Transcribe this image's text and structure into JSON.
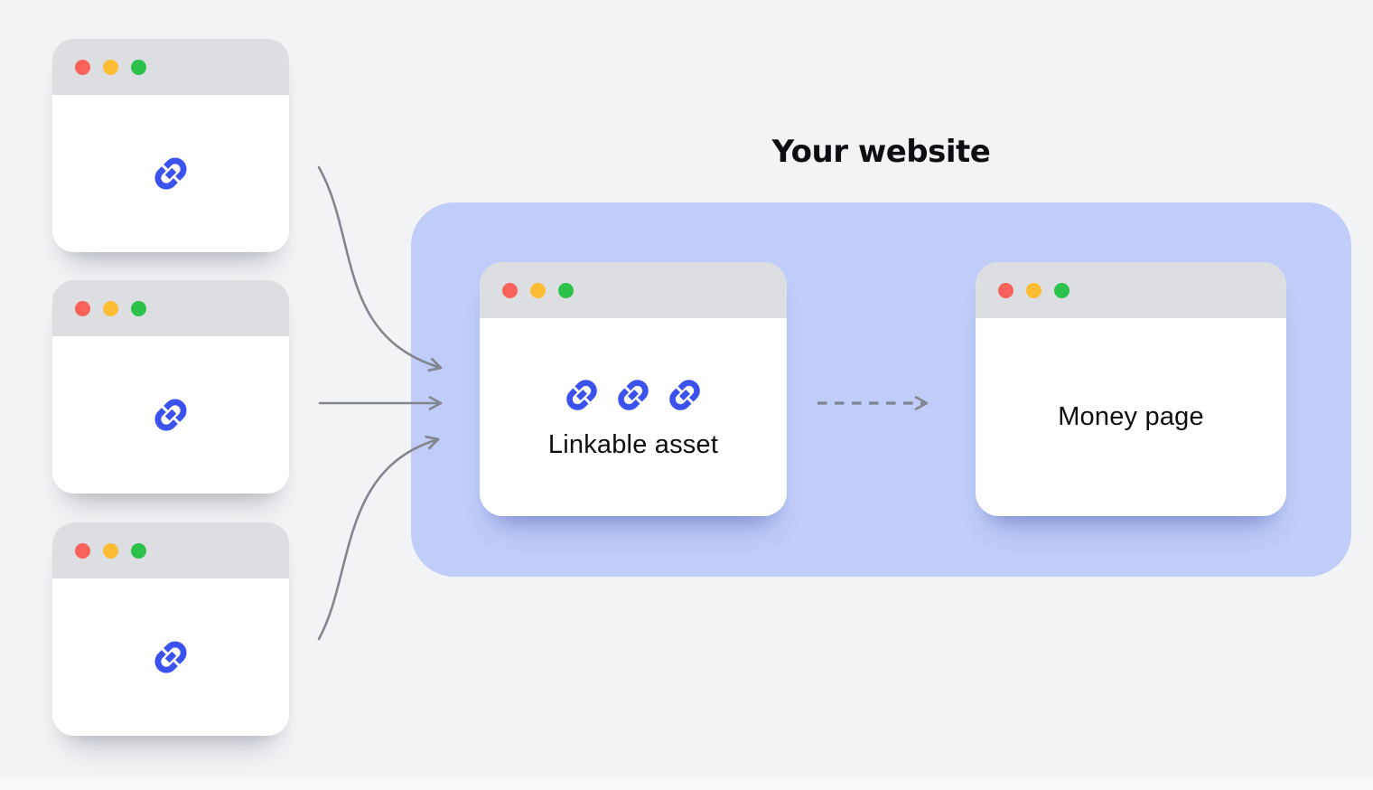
{
  "title": {
    "text": "Your website"
  },
  "source_windows": [
    {
      "icon": "link-icon"
    },
    {
      "icon": "link-icon"
    },
    {
      "icon": "link-icon"
    }
  ],
  "website_zone": {
    "linkable_asset_window": {
      "label": "Linkable asset",
      "icons": [
        "link-icon",
        "link-icon",
        "link-icon"
      ]
    },
    "money_page_window": {
      "label": "Money page"
    }
  },
  "arrows": {
    "incoming_solid_count": 3,
    "internal_dashed_count": 1
  },
  "colors": {
    "background": "#f2f3f5",
    "website_zone_fill": "#c0cdf8",
    "window_titlebar": "#dcdee2",
    "traffic_light_red": "#f9615b",
    "traffic_light_yellow": "#fcbd34",
    "traffic_light_green": "#2bc24b",
    "link_icon_blue": "#3c52ef",
    "arrow_gray": "#82868f",
    "label_text": "#0d0e12"
  }
}
